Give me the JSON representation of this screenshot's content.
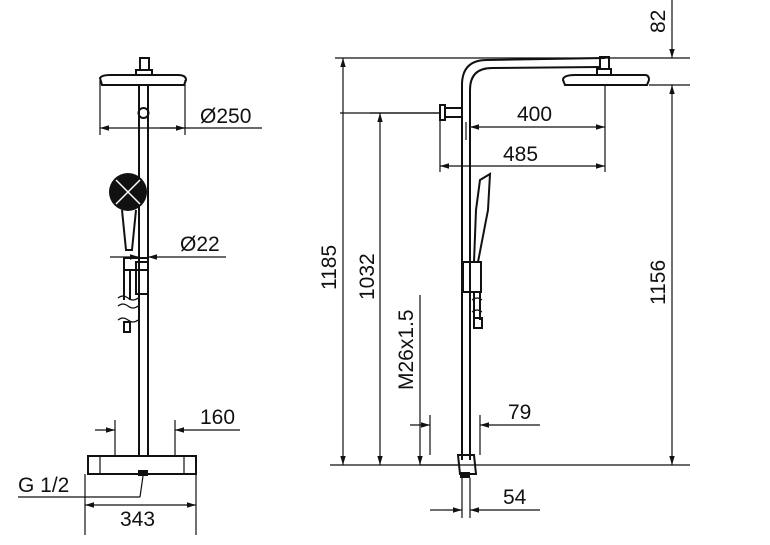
{
  "drawing": {
    "front_view": {
      "head_diameter": "Ø250",
      "pipe_diameter": "Ø22",
      "mixer_centers": "160",
      "inlet_thread": "G 1/2",
      "mixer_width": "343"
    },
    "side_view": {
      "total_height": "1185",
      "slider_height": "1032",
      "hose_thread": "M26x1.5",
      "head_height": "1156",
      "head_drop": "82",
      "arm_projection": "400",
      "total_projection": "485",
      "mixer_depth": "79",
      "wall_offset": "54"
    },
    "line_color": "#111111"
  }
}
